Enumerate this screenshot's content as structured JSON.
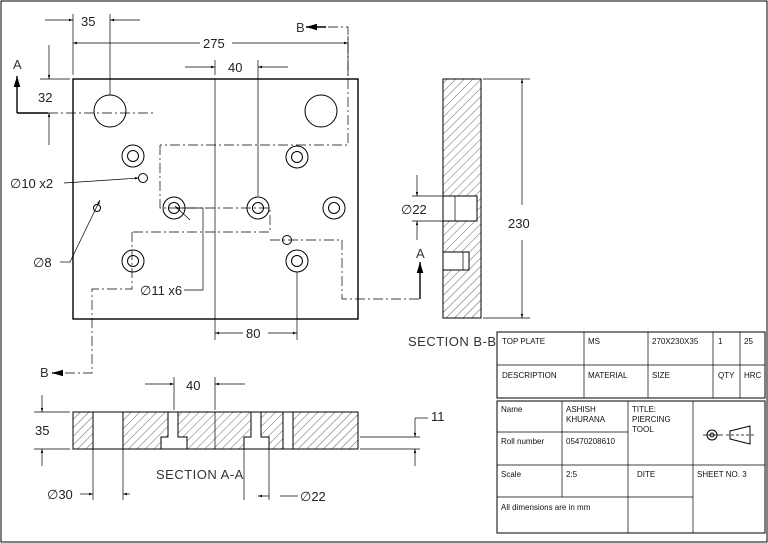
{
  "plan": {
    "dims": {
      "d35": "35",
      "d275": "275",
      "d40": "40",
      "d32": "32",
      "d80": "80",
      "d230": "230"
    },
    "callouts": {
      "holes_10": "∅10 x2",
      "hole_8": "∅8",
      "holes_11": "∅11 x6",
      "hole_22": "∅22"
    },
    "arrows": {
      "a_top": "A",
      "a_bottom": "A",
      "b_top": "B",
      "b_bottom": "B"
    }
  },
  "section_bb": {
    "label": "SECTION  B-B"
  },
  "section_aa": {
    "label": "SECTION  A-A",
    "dims": {
      "d40": "40",
      "d35": "35",
      "d11": "11",
      "d30": "∅30",
      "d22": "∅22"
    }
  },
  "title_block": {
    "row1": {
      "part": "TOP PLATE",
      "material": "MS",
      "size": "270X230X35",
      "qty": "1",
      "hrc": "25"
    },
    "row2": {
      "part": "DESCRIPTION",
      "material": "MATERIAL",
      "size": "SIZE",
      "qty": "QTY",
      "hrc": "HRC"
    },
    "name_label": "Name",
    "name_value_1": "ASHISH",
    "name_value_2": "KHURANA",
    "title_label": "TITLE:",
    "title_value_1": "PIERCING",
    "title_value_2": "TOOL",
    "roll_label": "Roll number",
    "roll_value": "05470208610",
    "scale_label": "Scale",
    "scale_value": "2:5",
    "date_label": "DITE",
    "sheet_label": "SHEET NO. 3",
    "note": "All dimensions are in mm"
  }
}
